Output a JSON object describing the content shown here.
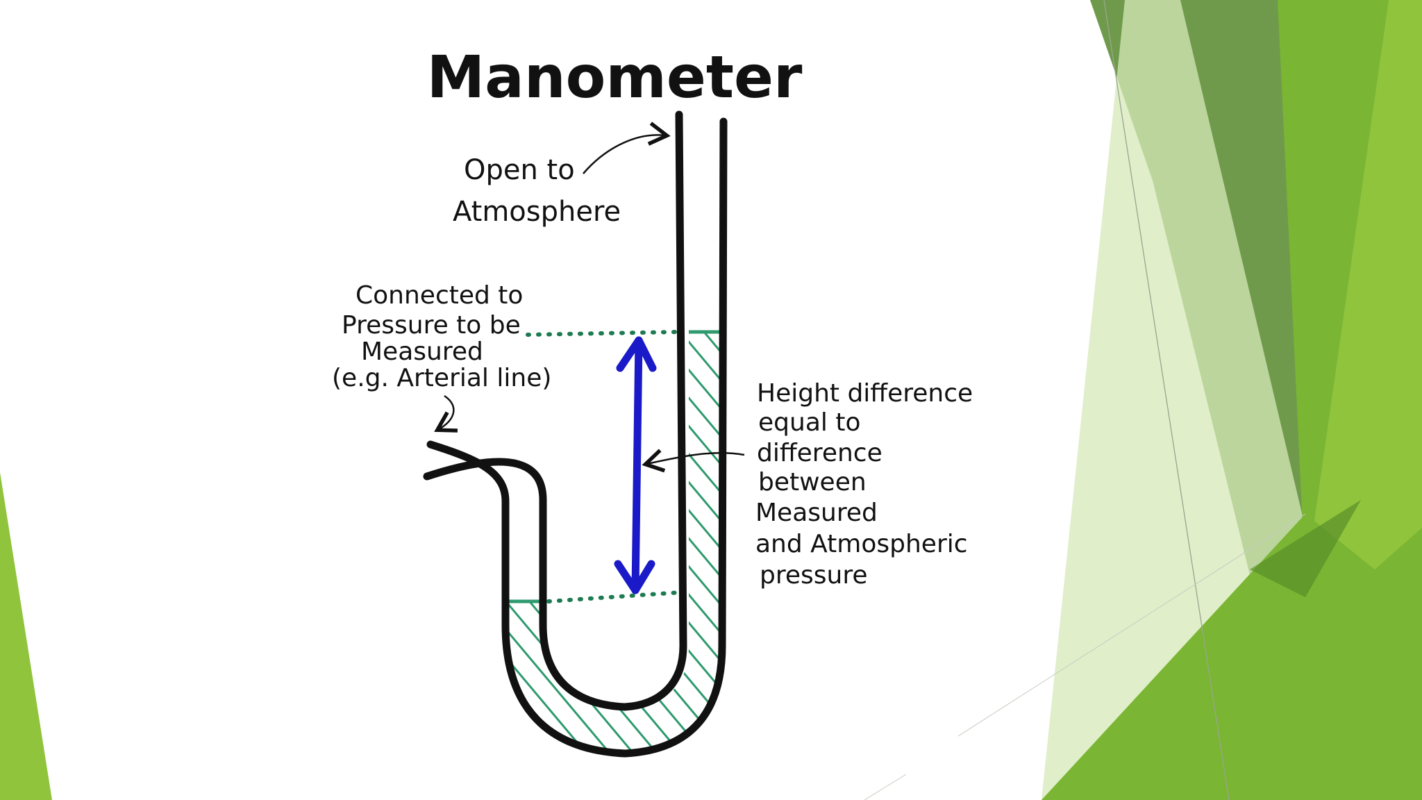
{
  "slide": {
    "colors": {
      "background": "#ffffff",
      "green_dark": "#6f9a4c",
      "green_mid": "#7ab534",
      "green_light": "#8fc43c",
      "green_pale": "#d6e8b8",
      "ink": "#111111",
      "fluid_hatch": "#2e9a6e",
      "arrow_blue": "#1a1ac8"
    }
  },
  "diagram": {
    "title": "Manometer",
    "labels": {
      "open_line1": "Open to",
      "open_line2": "Atmosphere",
      "connected_line1": "Connected to",
      "connected_line2": "Pressure to be",
      "connected_line3": "Measured",
      "connected_line4": "(e.g. Arterial line)",
      "height_line1": "Height difference",
      "height_line2": "equal to",
      "height_line3": "difference",
      "height_line4": "between",
      "height_line5": "Measured",
      "height_line6": "and Atmospheric",
      "height_line7": "pressure"
    }
  }
}
